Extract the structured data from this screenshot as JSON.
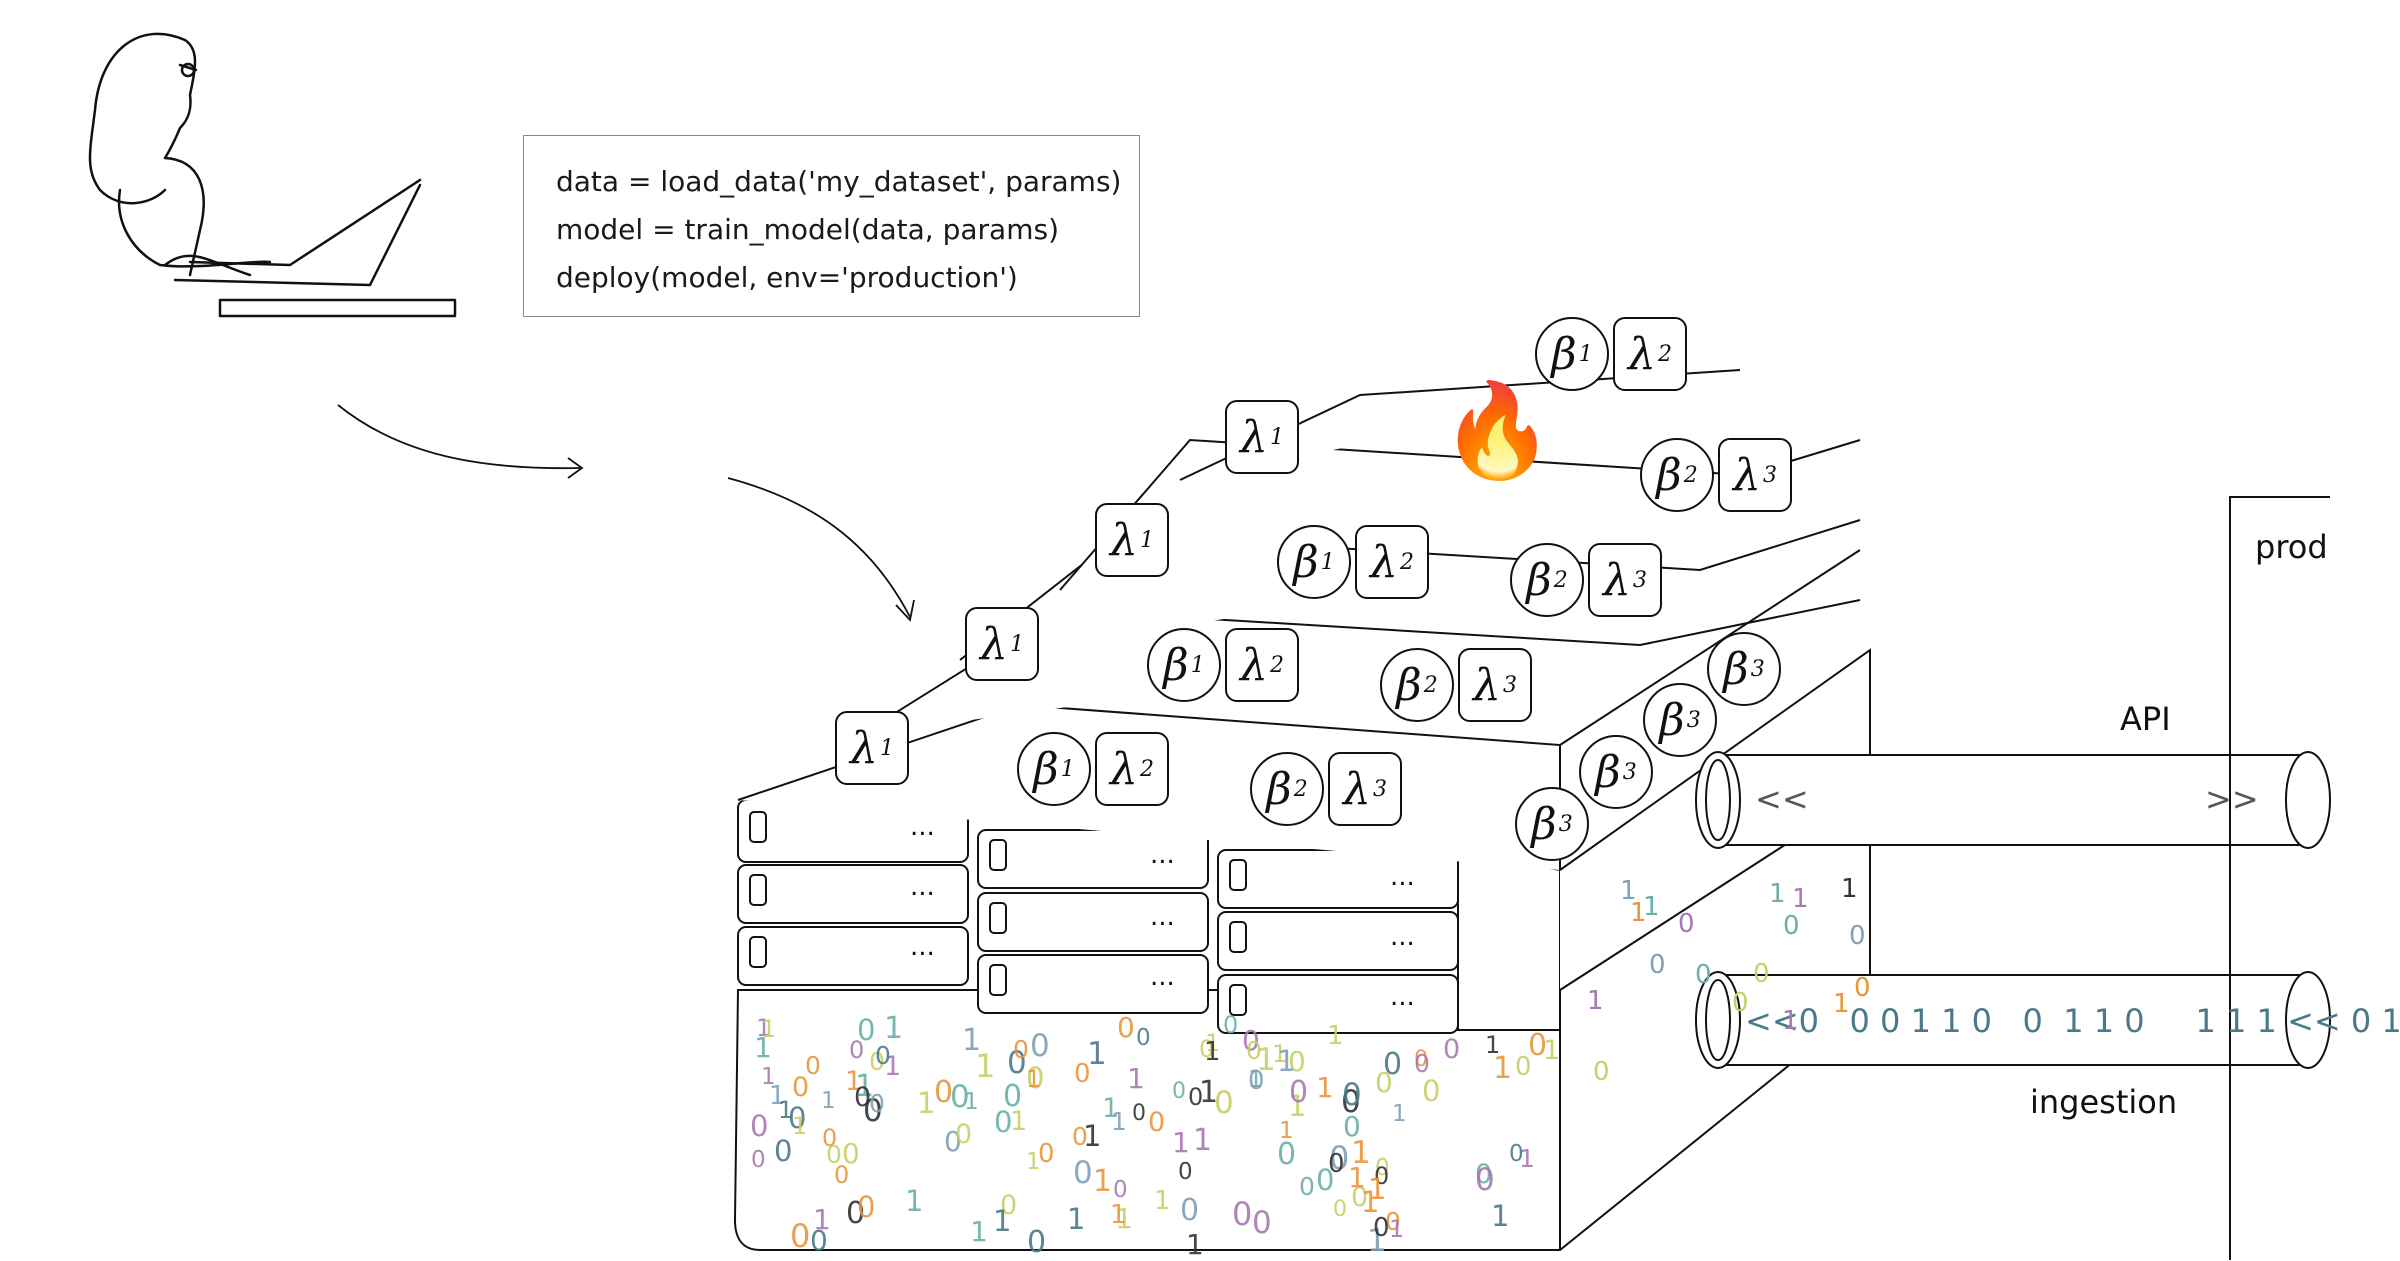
{
  "code_snippet": {
    "lines": [
      "data = load_data('my_dataset', params)",
      "model = train_model(data, params)",
      "deploy(model, env='production')"
    ]
  },
  "labels": {
    "api": "API",
    "ingestion": "ingestion",
    "prod": "prod",
    "api_left_arrows": "<<",
    "api_right_arrows": ">>",
    "ingestion_stream": "<<0   0 0 1 1 0   0  1 1 0     1 1 1 << 0 1",
    "ellipsis": "..."
  },
  "tokens": {
    "beta": "β",
    "lambda": "λ",
    "sub1": "1",
    "sub2": "2",
    "sub3": "3"
  },
  "binary_colors": [
    "#e8963c",
    "#7fa0b8",
    "#a878b0",
    "#c8d068",
    "#4a7a8a",
    "#333333",
    "#6ab0a8"
  ]
}
